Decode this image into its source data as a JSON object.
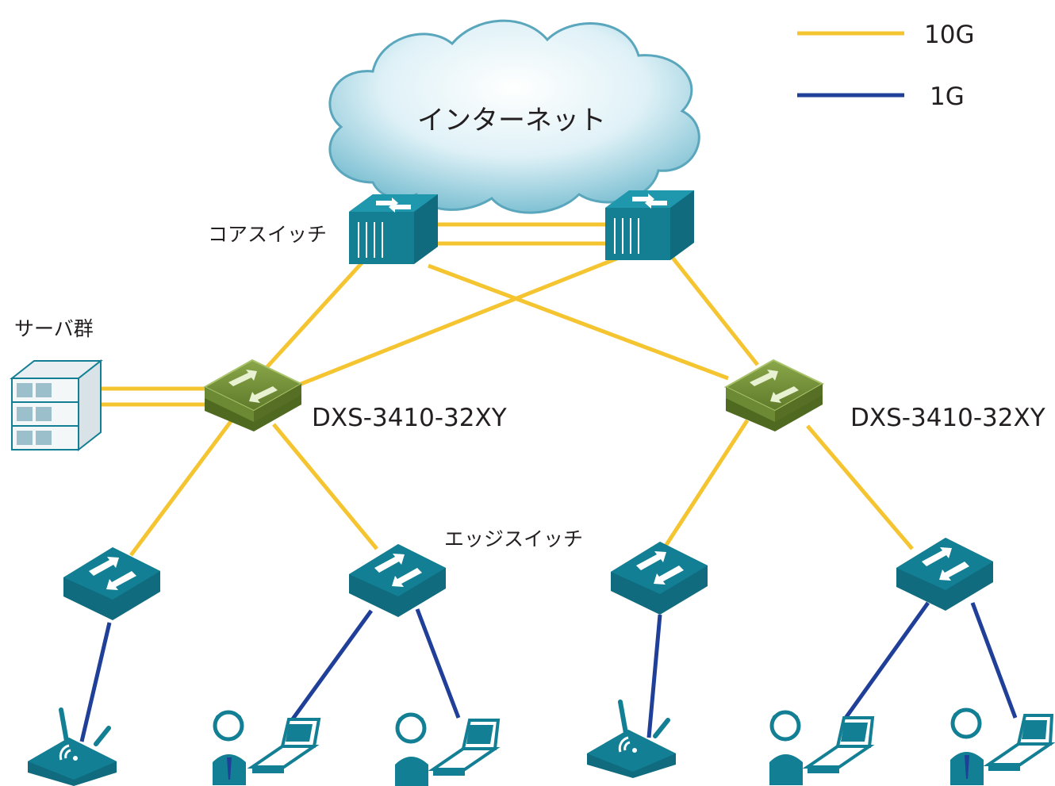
{
  "legend": {
    "items": [
      {
        "label": "10G",
        "color": "#f5c531"
      },
      {
        "label": "1G",
        "color": "#1f3f98"
      }
    ]
  },
  "cloud": {
    "label": "インターネット"
  },
  "labels": {
    "core": "コアスイッチ",
    "servers": "サーバ群",
    "dist_left": "DXS-3410-32XY",
    "dist_right": "DXS-3410-32XY",
    "edge": "エッジスイッチ"
  },
  "colors": {
    "link_10g": "#f5c531",
    "link_1g": "#1f3f98",
    "teal": "#137f94",
    "green": "#66812f"
  }
}
